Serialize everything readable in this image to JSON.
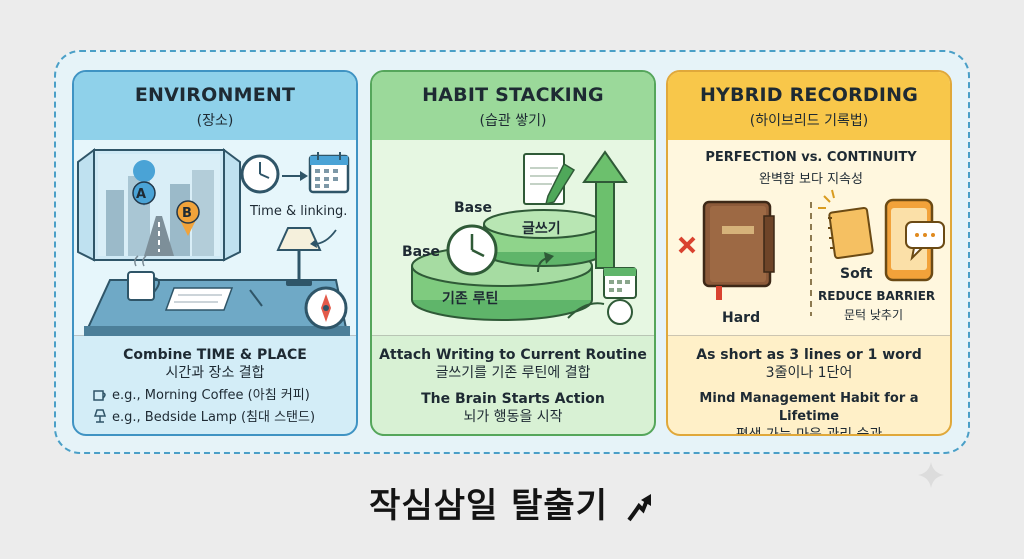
{
  "panels": [
    {
      "title": "ENVIRONMENT",
      "subtitle": "(장소)",
      "marker_a": "A",
      "marker_b": "B",
      "illus_label": "Time & linking.",
      "line1": "Combine TIME & PLACE",
      "line2": "시간과 장소 결합",
      "example1": "e.g., Morning Coffee (아침 커피)",
      "example2": "e.g., Bedside Lamp (침대 스탠드)"
    },
    {
      "title": "HABIT STACKING",
      "subtitle": "(습관 쌓기)",
      "base_label_top": "Base",
      "base_label_bottom": "Base",
      "block_top": "글쓰기",
      "block_bottom": "기존 루틴",
      "line1": "Attach Writing to Current Routine",
      "line2": "글쓰기를 기존 루틴에 결합",
      "line3": "The Brain Starts Action",
      "line4": "뇌가 행동을 시작"
    },
    {
      "title": "HYBRID RECORDING",
      "subtitle": "(하이브리드 기록법)",
      "top1": "PERFECTION vs. CONTINUITY",
      "top2": "완벽함 보다 지속성",
      "hard": "Hard",
      "soft": "Soft",
      "reduce1": "REDUCE BARRIER",
      "reduce2": "문턱 낮추기",
      "line1": "As short as 3 lines or 1 word",
      "line2": "3줄이나 1단어",
      "line3": "Mind Management Habit for a Lifetime",
      "line4": "평생 가는 마음 관리 습관"
    }
  ],
  "footer_title": "작심삼일 탈출기",
  "icons": [
    "clock-icon",
    "calendar-icon",
    "location-pin-icon",
    "compass-icon",
    "coffee-icon",
    "lamp-icon",
    "pencil-icon",
    "growth-arrow-icon",
    "cross-icon",
    "notebook-icon",
    "phone-icon",
    "chat-bubble-icon",
    "sparkle-icon"
  ],
  "colors": {
    "environment": "#3f93c3",
    "habit_stacking": "#55a65b",
    "hybrid": "#e0a83a",
    "frame": "#4a9fc7"
  }
}
